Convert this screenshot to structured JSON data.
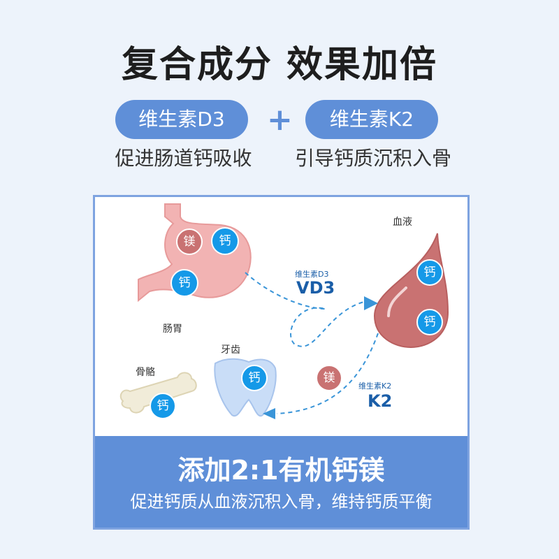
{
  "title": "复合成分 效果加倍",
  "pill_left": "维生素D3",
  "pill_right": "维生素K2",
  "plus": "+",
  "desc_left": "促进肠道钙吸收",
  "desc_right": "引导钙质沉积入骨",
  "diagram": {
    "stomach_label": "肠胃",
    "blood_label": "血液",
    "tooth_label": "牙齿",
    "bone_label": "骨骼",
    "calcium": "钙",
    "magnesium": "镁",
    "vd3_small": "维生素D3",
    "vd3_big": "VD3",
    "k2_small": "维生素K2",
    "k2_big": "K2"
  },
  "bottom": {
    "title": "添加2:1有机钙镁",
    "subtitle": "促进钙质从血液沉积入骨，维持钙质平衡"
  },
  "colors": {
    "accent": "#5f8fd8",
    "calcium_badge": "#1599e8",
    "magnesium_badge": "#c97272",
    "background": "#edf3fb"
  }
}
